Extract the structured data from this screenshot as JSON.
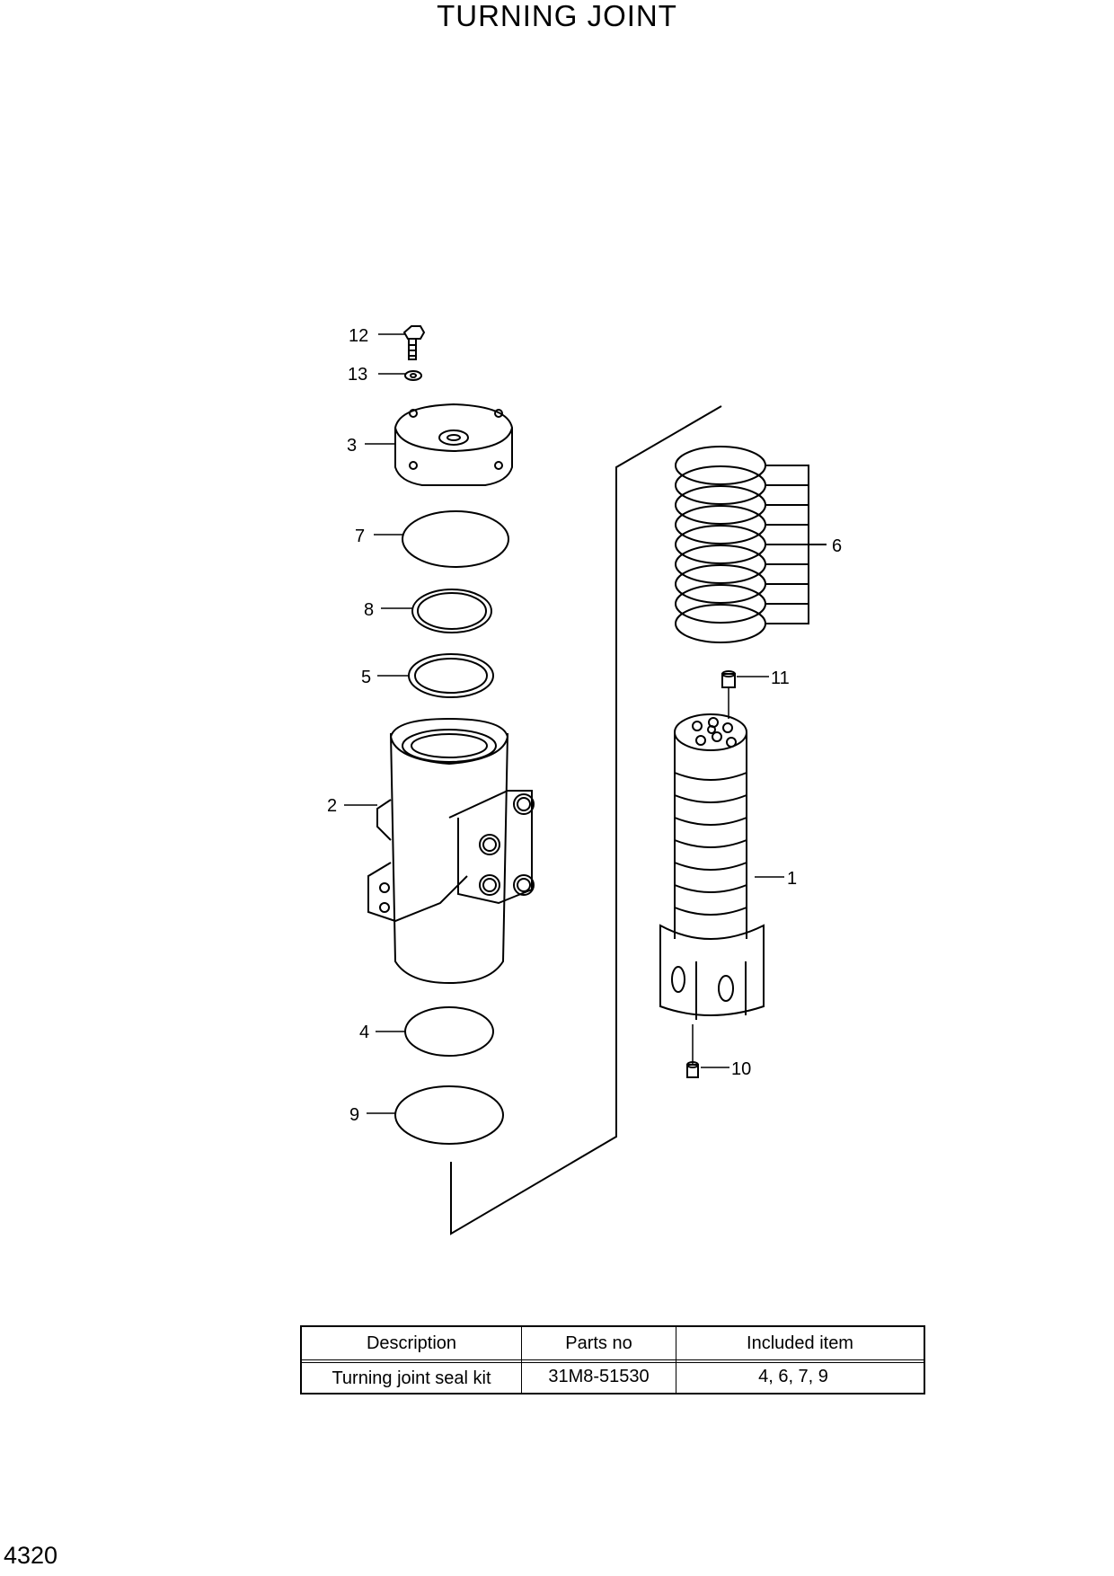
{
  "title": "TURNING JOINT",
  "page_number": "4320",
  "callouts": {
    "c1": "1",
    "c2": "2",
    "c3": "3",
    "c4": "4",
    "c5": "5",
    "c6": "6",
    "c7": "7",
    "c8": "8",
    "c9": "9",
    "c10": "10",
    "c11": "11",
    "c12": "12",
    "c13": "13"
  },
  "kit_table": {
    "headers": [
      "Description",
      "Parts no",
      "Included item"
    ],
    "rows": [
      [
        "Turning joint seal kit",
        "31M8-51530",
        "4, 6, 7, 9"
      ]
    ]
  }
}
